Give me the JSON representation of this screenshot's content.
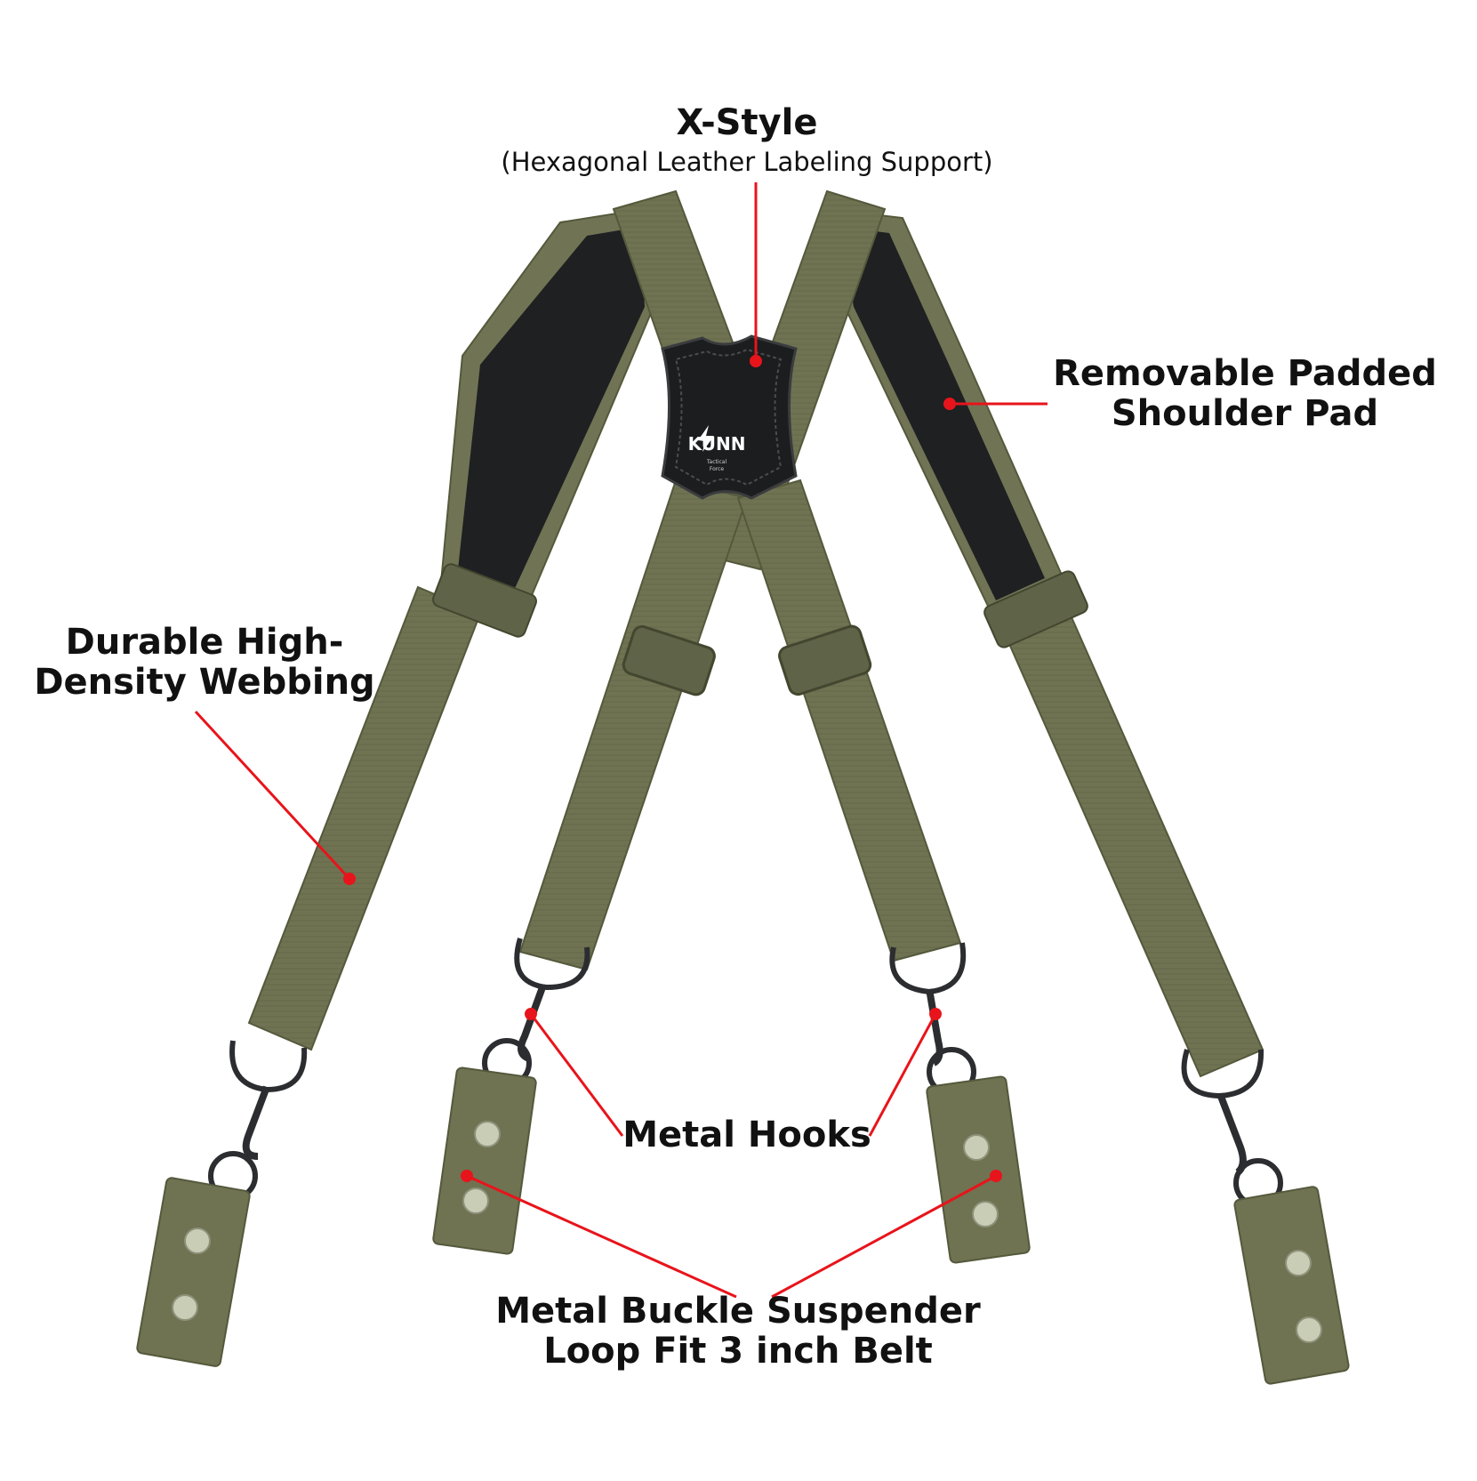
{
  "labels": {
    "x_style_title": "X-Style",
    "x_style_subtitle": "(Hexagonal Leather Labeling Support)",
    "shoulder_pad_line1": "Removable Padded",
    "shoulder_pad_line2": "Shoulder Pad",
    "webbing_line1": "Durable High-",
    "webbing_line2": "Density Webbing",
    "hooks": "Metal Hooks",
    "loop_line1": "Metal Buckle Suspender",
    "loop_line2": "Loop Fit 3 inch Belt"
  },
  "patch": {
    "brand": "KUNN",
    "tagline1": "Tactical",
    "tagline2": "Force"
  },
  "colors": {
    "webbing": "#6f7352",
    "webbing_dark": "#4f5338",
    "pad": "#1e2022",
    "callout": "#e8141b",
    "metal": "#2b2d30",
    "snap": "#c9cdb5"
  }
}
